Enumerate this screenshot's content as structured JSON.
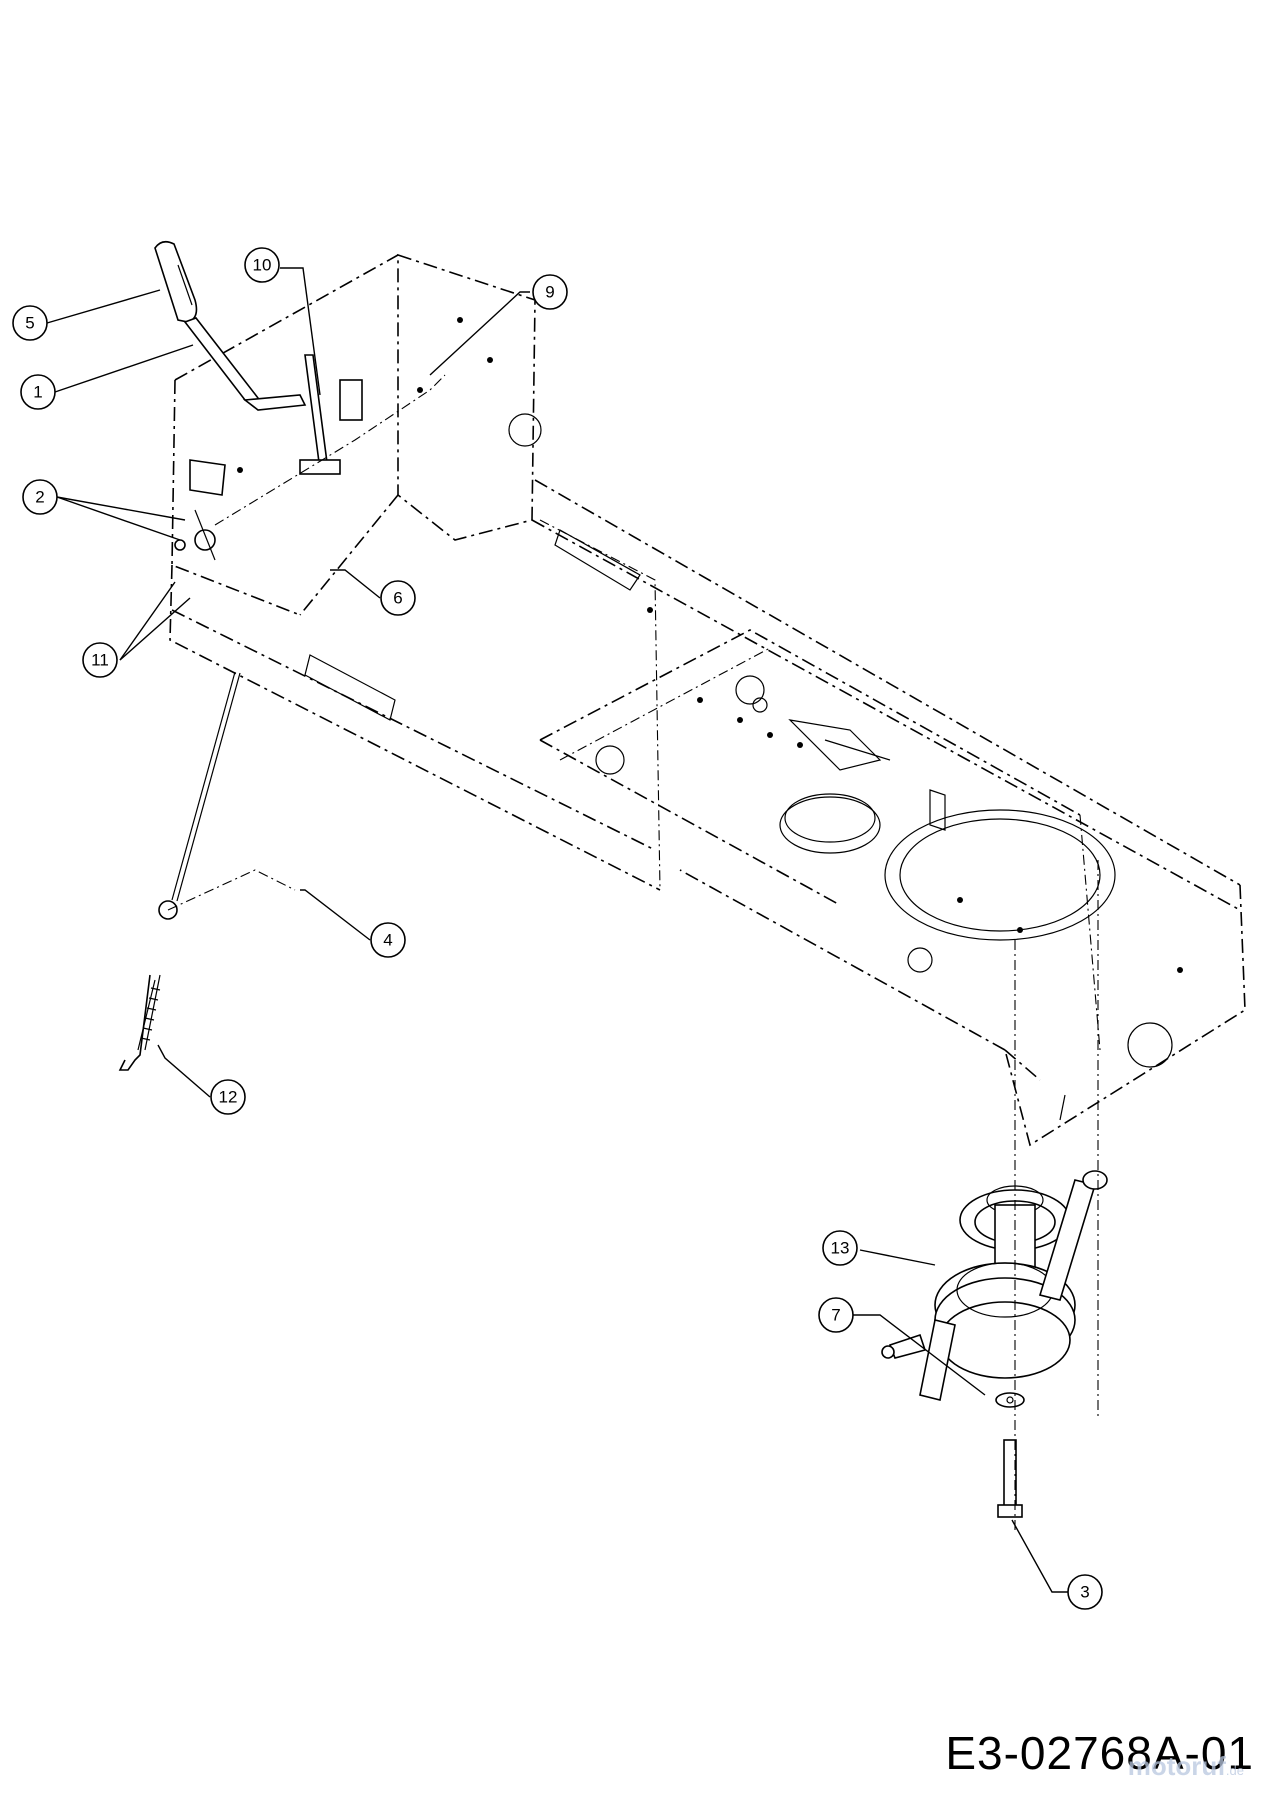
{
  "drawing_number": "E3-02768A-01",
  "watermark": {
    "text": "motoruf",
    "suffix": ".de",
    "color": "#b9c7df"
  },
  "callouts": [
    {
      "id": "5",
      "label": "5"
    },
    {
      "id": "1",
      "label": "1"
    },
    {
      "id": "10",
      "label": "10"
    },
    {
      "id": "9",
      "label": "9"
    },
    {
      "id": "2",
      "label": "2"
    },
    {
      "id": "6",
      "label": "6"
    },
    {
      "id": "11",
      "label": "11"
    },
    {
      "id": "4",
      "label": "4"
    },
    {
      "id": "12",
      "label": "12"
    },
    {
      "id": "13",
      "label": "13"
    },
    {
      "id": "7",
      "label": "7"
    },
    {
      "id": "3",
      "label": "3"
    }
  ],
  "colors": {
    "line": "#000000",
    "background": "#ffffff"
  }
}
